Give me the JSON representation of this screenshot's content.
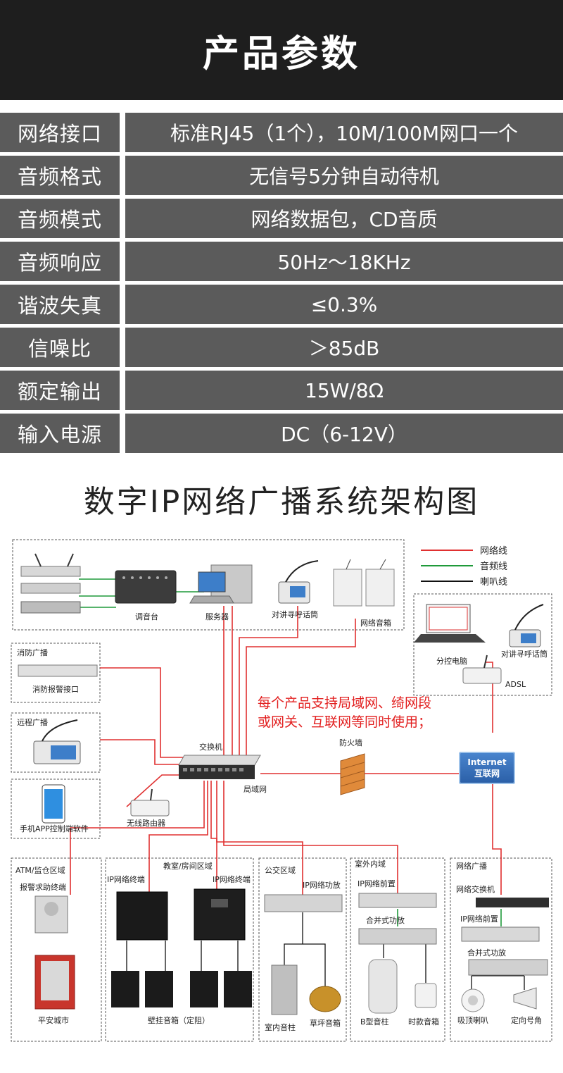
{
  "header": {
    "title": "产品参数"
  },
  "specs": [
    {
      "label": "网络接口",
      "value": "标准RJ45（1个），10M/100M网口一个"
    },
    {
      "label": "音频格式",
      "value": "无信号5分钟自动待机"
    },
    {
      "label": "音频模式",
      "value": "网络数据包，CD音质"
    },
    {
      "label": "音频响应",
      "value": "50Hz～18KHz"
    },
    {
      "label": "谐波失真",
      "value": "≤0.3%"
    },
    {
      "label": "信噪比",
      "value": "＞85dB"
    },
    {
      "label": "额定输出",
      "value": "15W/8Ω"
    },
    {
      "label": "输入电源",
      "value": "DC（6-12V）"
    }
  ],
  "diagram": {
    "title": "数字IP网络广播系统架构图",
    "legend": [
      {
        "label": "网络线",
        "color": "#e03030"
      },
      {
        "label": "音频线",
        "color": "#1f9a3a"
      },
      {
        "label": "喇叭线",
        "color": "#111111"
      }
    ],
    "top": {
      "mixer": "调音台",
      "server": "服务器",
      "intercom": "对讲寻呼话筒",
      "net_speaker": "网络音箱"
    },
    "remote": {
      "pc": "分控电脑",
      "intercom": "对讲寻呼话筒",
      "adsl": "ADSL"
    },
    "fire": {
      "title": "消防广播",
      "device": "消防报警接口"
    },
    "remote_bc": {
      "title": "远程广播"
    },
    "app": {
      "label": "手机APP控制端软件"
    },
    "router": "无线路由器",
    "switch": "交换机",
    "lan": "局域网",
    "firewall": "防火墙",
    "note_line1": "每个产品支持局域网、绮网段",
    "note_line2": "或网关、互联网等同时使用；",
    "internet": {
      "en": "Internet",
      "cn": "互联网"
    },
    "zones": {
      "atm": {
        "title": "ATM/监仓区域",
        "sub": "报警求助终端",
        "bottom": "平安城市"
      },
      "classroom": {
        "title": "教室/房间区域",
        "t1": "IP网络终端",
        "t2": "IP网络终端",
        "bottom": "壁挂音箱（定阻）"
      },
      "bus": {
        "title": "公交区域",
        "amp": "IP网络功放",
        "s1": "室内音柱",
        "s2": "草坪音箱"
      },
      "outdoor": {
        "title": "室外内域",
        "pre": "IP网络前置",
        "amp": "合并式功放",
        "s1": "B型音柱",
        "s2": "时款音箱"
      },
      "netbc": {
        "title": "网络广播",
        "sw": "网络交换机",
        "pre": "IP网络前置",
        "amp": "合并式功放",
        "s1": "吸顶喇叭",
        "s2": "定向号角"
      }
    }
  }
}
